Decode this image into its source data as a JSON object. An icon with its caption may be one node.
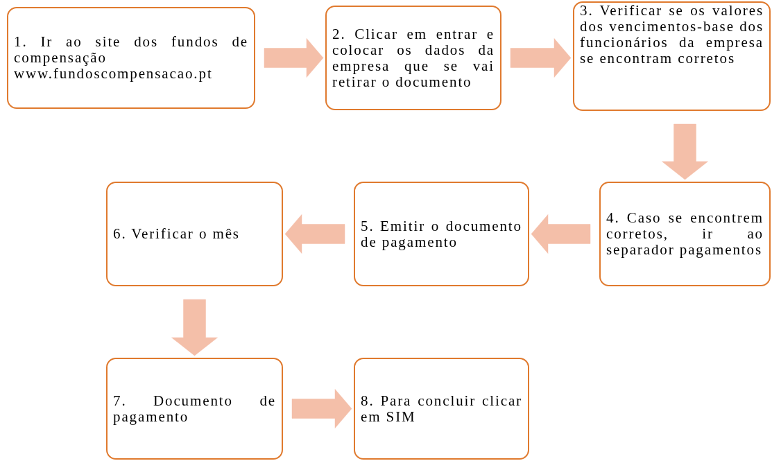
{
  "diagram": {
    "nodes": [
      {
        "text": [
          "1. Ir ao site dos fundos de compensação www.fundoscompensacao.pt"
        ]
      },
      {
        "text": [
          "2. Clicar em entrar e colocar os dados da empresa que se vai retirar o documento"
        ]
      },
      {
        "text": [
          "3. Verificar se os valores dos vencimentos-base dos funcionários da empresa se encontram corretos"
        ]
      },
      {
        "text": [
          "4. Caso se encontrem corretos, ir ao separador pagamentos"
        ]
      },
      {
        "text": [
          "5. Emitir o documento de pagamento"
        ]
      },
      {
        "text": [
          "6. Verificar o mês"
        ]
      },
      {
        "text": [
          "7. Documento de pagamento"
        ]
      },
      {
        "text": [
          "8. Para concluir clicar em SIM"
        ]
      }
    ],
    "edges": [
      {
        "from": 0,
        "to": 1,
        "arrow": "to"
      },
      {
        "from": 1,
        "to": 2,
        "arrow": "to"
      },
      {
        "from": 2,
        "to": 3,
        "arrow": "to"
      },
      {
        "from": 3,
        "to": 4,
        "arrow": "to"
      },
      {
        "from": 4,
        "to": 5,
        "arrow": "to"
      },
      {
        "from": 5,
        "to": 6,
        "arrow": "to"
      },
      {
        "from": 6,
        "to": 7,
        "arrow": "to"
      }
    ]
  }
}
